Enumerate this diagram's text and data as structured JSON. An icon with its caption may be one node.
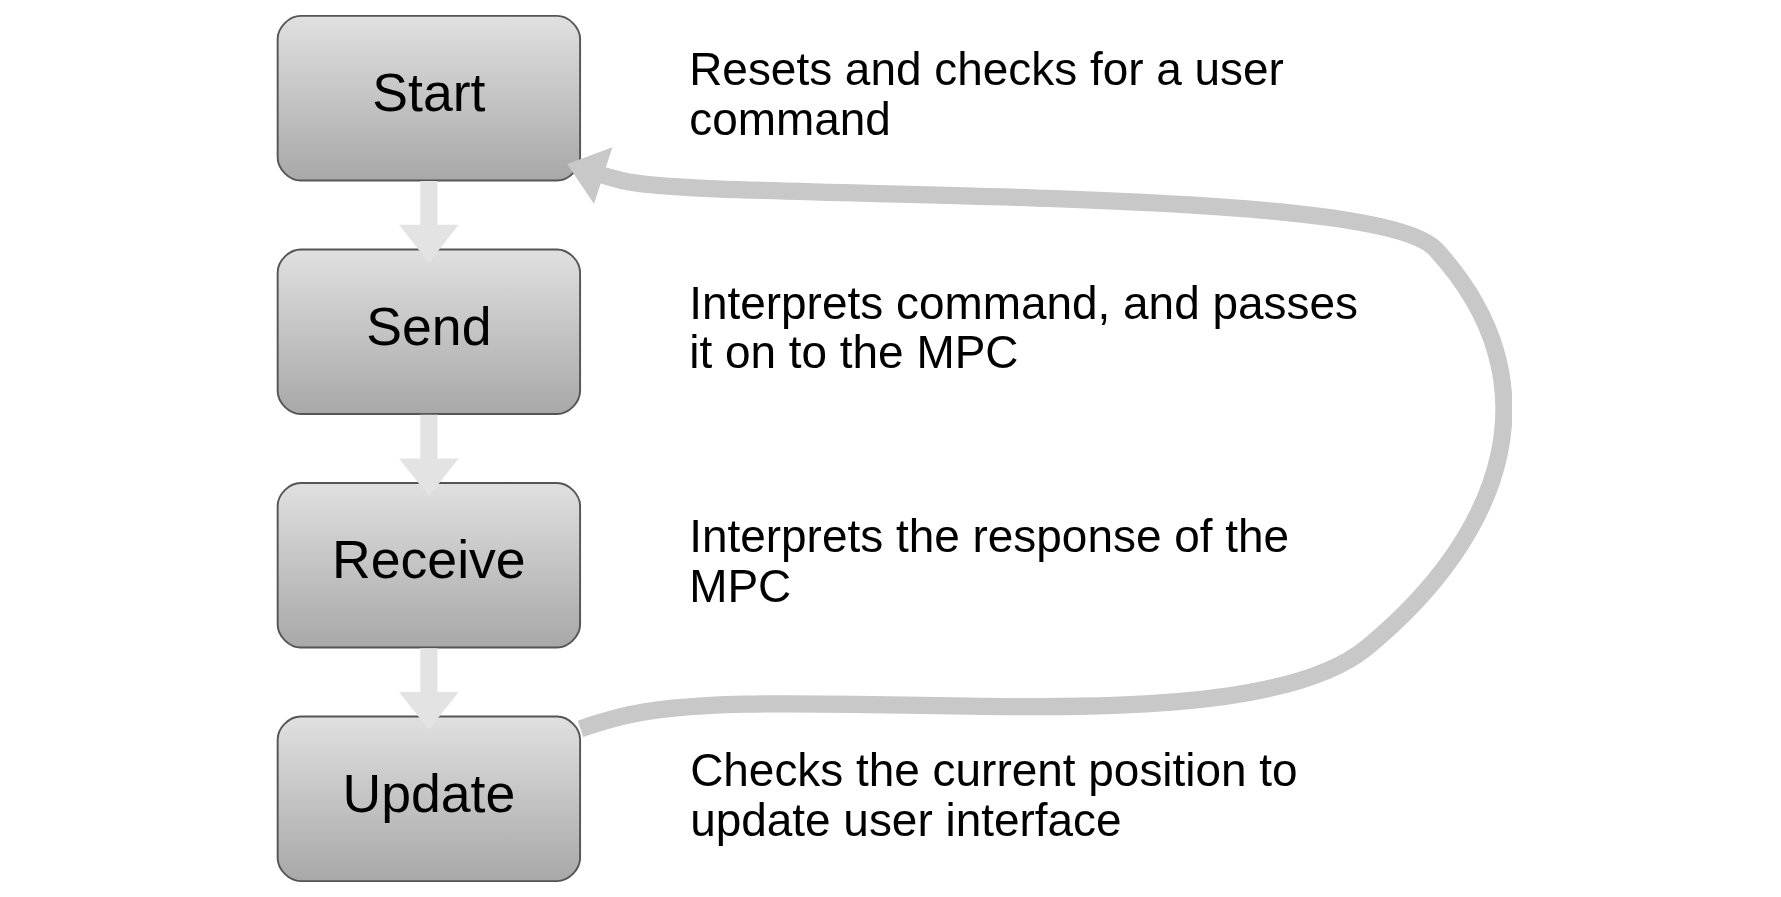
{
  "diagram": {
    "nodes": [
      {
        "text": [
          "Start"
        ],
        "beside": [
          "Resets and checks for a user command"
        ]
      },
      {
        "text": [
          "Send"
        ],
        "beside": [
          "Interprets command, and passes it on to the MPC"
        ]
      },
      {
        "text": [
          "Receive"
        ],
        "beside": [
          "Interprets the response of the MPC"
        ]
      },
      {
        "text": [
          "Update"
        ],
        "beside": [
          "Checks the current position to update user interface"
        ]
      }
    ],
    "edges": [
      {
        "from": 0,
        "to": 1,
        "arrow": "to"
      },
      {
        "from": 1,
        "to": 2,
        "arrow": "to"
      },
      {
        "from": 2,
        "to": 3,
        "arrow": "to"
      },
      {
        "from": 3,
        "to": 0,
        "arrow": "to",
        "color": "#c8c8c8"
      }
    ]
  }
}
